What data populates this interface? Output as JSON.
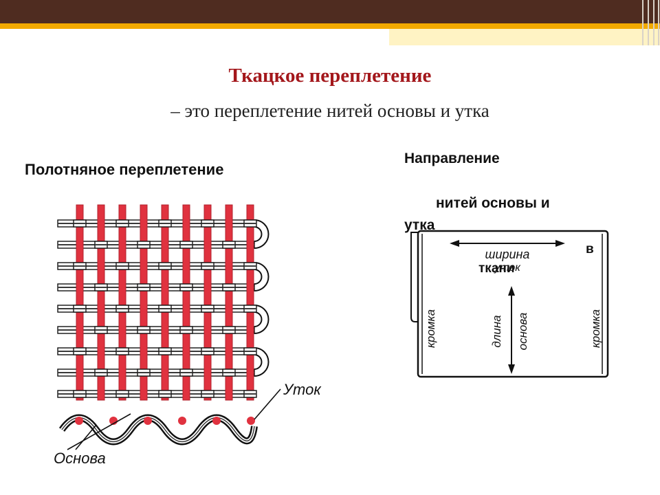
{
  "slide": {
    "title": "Ткацкое переплетение",
    "subtitle": "– это переплетение нитей основы и утка",
    "weave_heading": "Полотняное переплетение",
    "direction_text": {
      "line1": "Направление",
      "line2": "нитей основы и",
      "line3": "утка",
      "line4": "в",
      "line5": "ткани"
    }
  },
  "weave_diagram": {
    "label_weft": "Уток",
    "label_warp": "Основа",
    "colors": {
      "warp": "#e0323f",
      "weft": "#3a3a3a",
      "outline": "#111111"
    }
  },
  "fabric_diagram": {
    "label_width": "ширина",
    "label_weft": "уток",
    "label_length": "длина",
    "label_warp": "основа",
    "label_selvage_left": "кромка",
    "label_selvage_right": "кромка"
  },
  "theme": {
    "topbar": "#4f2c20",
    "accent": "#f2a900",
    "title_color": "#a3171b"
  }
}
